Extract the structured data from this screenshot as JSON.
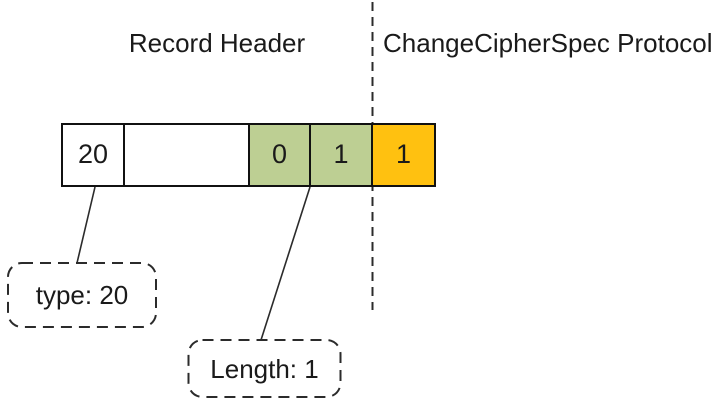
{
  "diagram": {
    "left_section_title": "Record Header",
    "right_section_title": "ChangeCipherSpec Protocol",
    "bar": {
      "cells": [
        {
          "value": "20",
          "fill": "#ffffff"
        },
        {
          "value": "",
          "fill": "#ffffff"
        },
        {
          "value": "0",
          "fill": "#bdcf93"
        },
        {
          "value": "1",
          "fill": "#bdcf93"
        },
        {
          "value": "1",
          "fill": "#ffc110"
        }
      ]
    },
    "callouts": [
      {
        "text": "type: 20"
      },
      {
        "text": "Length: 1"
      }
    ],
    "colors": {
      "cell_green": "#bdcf93",
      "cell_orange": "#ffc110",
      "box_border": "#111111",
      "line": "#2b2b2b",
      "text": "#1a1a1a",
      "background": "#ffffff"
    }
  }
}
